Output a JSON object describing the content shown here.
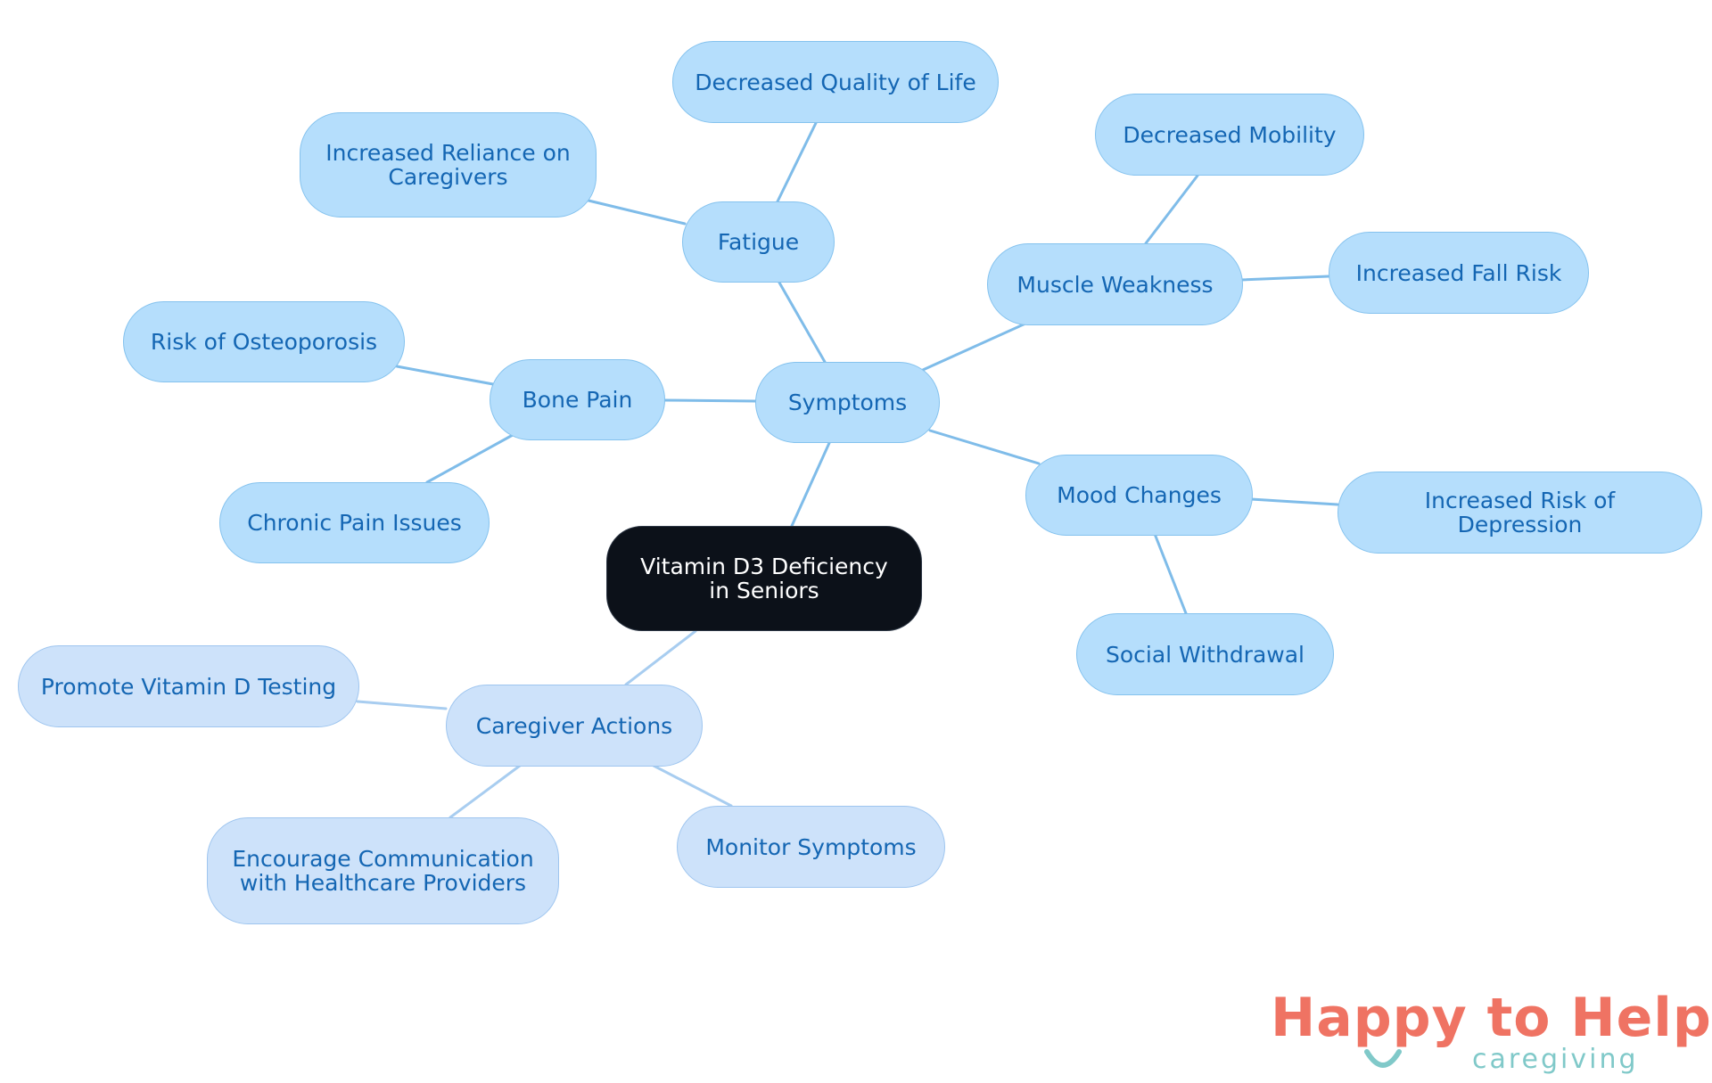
{
  "colors": {
    "root_fill": "#0c1119",
    "symptom_fill": "#b5defc",
    "caregiver_fill": "#cde2fa",
    "node_text": "#1466b3",
    "symptom_edge": "#7fbce9",
    "caregiver_edge": "#a8cdf0",
    "logo_primary": "#ef7363",
    "logo_accent": "#80c9c9"
  },
  "diagram": {
    "root": {
      "label": "Vitamin D3 Deficiency in Seniors"
    },
    "symptoms": {
      "label": "Symptoms",
      "fatigue": {
        "label": "Fatigue",
        "decreased_quality": "Decreased Quality of Life",
        "reliance": "Increased Reliance on Caregivers"
      },
      "bone_pain": {
        "label": "Bone Pain",
        "osteoporosis": "Risk of Osteoporosis",
        "chronic_pain": "Chronic Pain Issues"
      },
      "muscle_weakness": {
        "label": "Muscle Weakness",
        "mobility": "Decreased Mobility",
        "fall_risk": "Increased Fall Risk"
      },
      "mood_changes": {
        "label": "Mood Changes",
        "depression": "Increased Risk of Depression",
        "withdrawal": "Social Withdrawal"
      }
    },
    "caregiver_actions": {
      "label": "Caregiver Actions",
      "testing": "Promote Vitamin D Testing",
      "communication": "Encourage Communication with Healthcare Providers",
      "monitor": "Monitor Symptoms"
    }
  },
  "logo": {
    "name": "Happy to Help",
    "tagline": "caregiving"
  }
}
